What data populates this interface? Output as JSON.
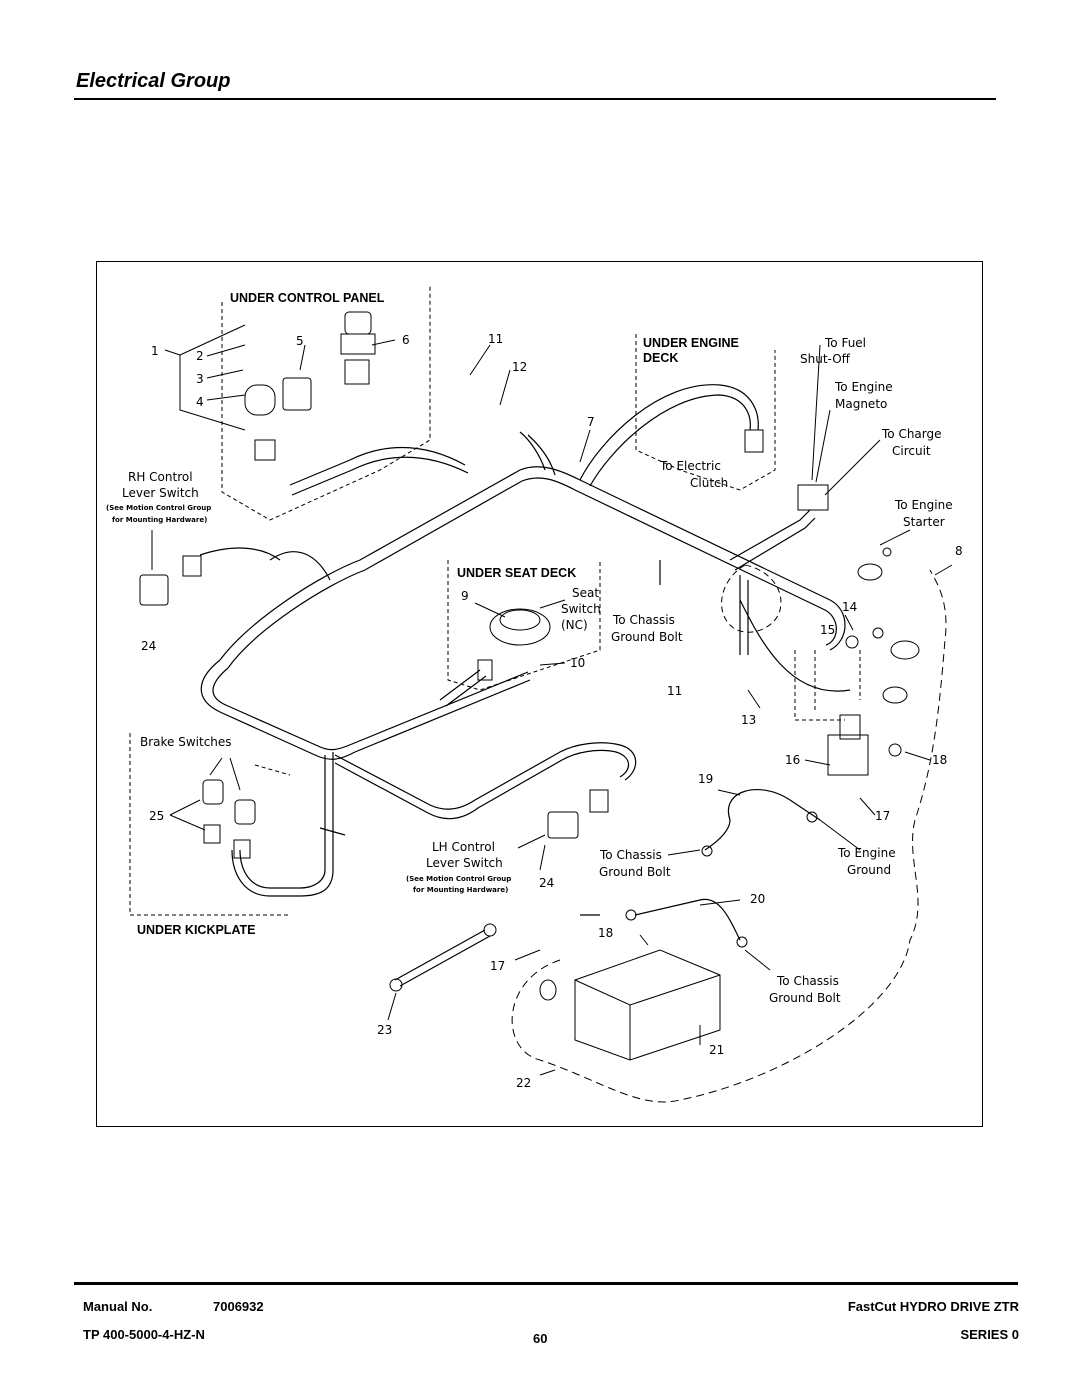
{
  "page": {
    "title": "Electrical Group"
  },
  "groups": {
    "control_panel": "UNDER CONTROL PANEL",
    "engine_deck_1": "UNDER ENGINE",
    "engine_deck_2": "DECK",
    "seat_deck": "UNDER SEAT DECK",
    "kickplate": "UNDER KICKPLATE"
  },
  "labels": {
    "rh_control_1": "RH Control",
    "rh_control_2": "Lever Switch",
    "rh_note_1": "(See Motion Control Group",
    "rh_note_2": "for Mounting Hardware)",
    "lh_control_1": "LH Control",
    "lh_control_2": "Lever Switch",
    "lh_note_1": "(See Motion Control Group",
    "lh_note_2": "for Mounting Hardware)",
    "brake_switches": "Brake Switches",
    "to_fuel_1": "To Fuel",
    "to_fuel_2": "Shut-Off",
    "to_magneto_1": "To Engine",
    "to_magneto_2": "Magneto",
    "to_charge_1": "To Charge",
    "to_charge_2": "Circuit",
    "to_starter_1": "To Engine",
    "to_starter_2": "Starter",
    "to_clutch_1": "To Electric",
    "to_clutch_2": "Clutch",
    "seat_switch_1": "Seat",
    "seat_switch_2": "Switch",
    "seat_switch_3": "(NC)",
    "chassis_a_1": "To Chassis",
    "chassis_a_2": "Ground Bolt",
    "chassis_b_1": "To Chassis",
    "chassis_b_2": "Ground Bolt",
    "chassis_c_1": "To Chassis",
    "chassis_c_2": "Ground Bolt",
    "engine_ground_1": "To Engine",
    "engine_ground_2": "Ground"
  },
  "callouts": {
    "n1": "1",
    "n2": "2",
    "n3": "3",
    "n4": "4",
    "n5": "5",
    "n6": "6",
    "n7": "7",
    "n8": "8",
    "n9": "9",
    "n10": "10",
    "n11a": "11",
    "n11b": "11",
    "n12": "12",
    "n13": "13",
    "n14": "14",
    "n15": "15",
    "n16": "16",
    "n17a": "17",
    "n17b": "17",
    "n18a": "18",
    "n18b": "18",
    "n19": "19",
    "n20": "20",
    "n21": "21",
    "n22": "22",
    "n23": "23",
    "n24a": "24",
    "n24b": "24",
    "n25": "25"
  },
  "footer": {
    "manual_label": "Manual No.",
    "manual_number": "7006932",
    "tp_code": "TP 400-5000-4-HZ-N",
    "page_number": "60",
    "product": "FastCut HYDRO DRIVE ZTR",
    "series": "SERIES 0"
  }
}
